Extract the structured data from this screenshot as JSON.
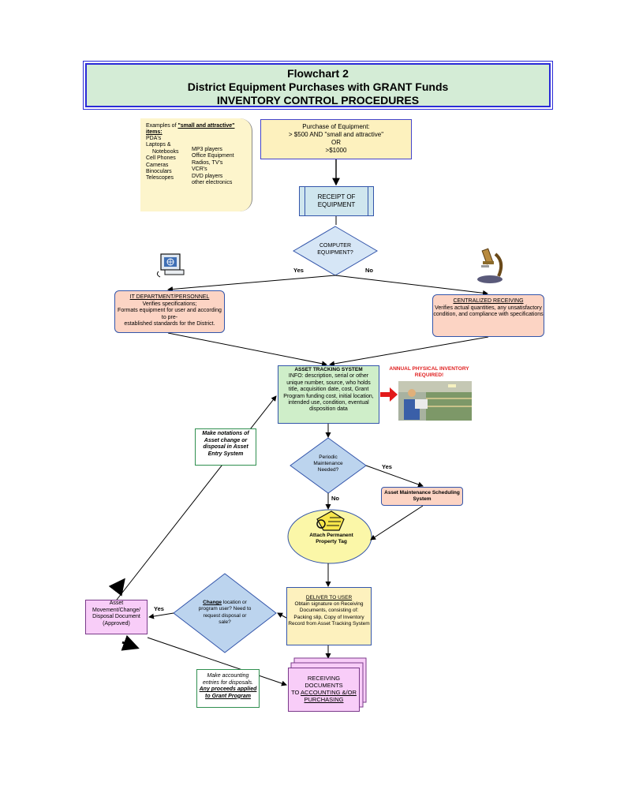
{
  "title": {
    "line1": "Flowchart 2",
    "line2": "District Equipment Purchases with GRANT Funds",
    "line3": "INVENTORY CONTROL PROCEDURES"
  },
  "examples": {
    "header_prefix": "Examples of ",
    "header_bold": "\"small and attractive\" items:",
    "col1": [
      "PDA's",
      "Laptops &",
      "Notebooks",
      "Cell Phones",
      "Cameras",
      "Binoculars",
      "Telescopes"
    ],
    "col2": [
      "MP3 players",
      "Office Equipment",
      "Radios, TV's",
      "VCR's",
      "DVD players",
      "other electronics"
    ]
  },
  "purchase": {
    "line1": "Purchase of Equipment:",
    "line2": "> $500 AND \"small and attractive\"",
    "line3": "OR",
    "line4": ">$1000"
  },
  "receipt": {
    "line1": "RECEIPT OF",
    "line2": "EQUIPMENT"
  },
  "computer_decision": {
    "line1": "COMPUTER",
    "line2": "EQUIPMENT?"
  },
  "yes_label": "Yes",
  "no_label": "No",
  "it_box": {
    "heading": "IT DEPARTMENT/PERSONNEL",
    "line1": "Verifies specifications;",
    "line2": "Formats equipment for user and according to pre-",
    "line3": "established standards for the District."
  },
  "cr_box": {
    "heading": "CENTRALIZED RECEIVING",
    "line1": "Verifies actual quantities, any unsatisfactory",
    "line2": "condition, and compliance with specifications"
  },
  "asset_tracking": {
    "heading": "ASSET TRACKING SYSTEM",
    "body": "INFO: description, serial or other unique number, source, who holds title, acquisition date, cost, Grant Program funding cost, initial location, intended use, condition, eventual disposition data"
  },
  "annual": {
    "line1": "ANNUAL PHYSICAL INVENTORY",
    "line2": "REQUIRED!"
  },
  "notations": {
    "line1": "Make notations of",
    "line2": "Asset change or",
    "line3": "disposal in Asset",
    "line4": "Entry System"
  },
  "maintenance_decision": {
    "line1": "Periodic",
    "line2": "Maintenance",
    "line3": "Needed?"
  },
  "amss": {
    "line1": "Asset Maintenance Scheduling",
    "line2": "System"
  },
  "tag": {
    "line1": "Attach Permanent",
    "line2": "Property Tag"
  },
  "deliver": {
    "heading": "DELIVER TO USER",
    "line1": "Obtain signature on Receiving",
    "line2": "Documents, consisting of:",
    "line3": "Packing slip, Copy of Inventory",
    "line4": "Record from Asset Tracking System"
  },
  "change_decision": {
    "line1_bold": "Change",
    "line1_rest": " location or",
    "line2": "program user? Need to",
    "line3": "request disposal or",
    "line4": "sale?"
  },
  "movement": {
    "line1": "Asset",
    "line2": "Movement/Change/",
    "line3": "Disposal Document",
    "line4": "(Approved)"
  },
  "accounting": {
    "line1": "Make accounting",
    "line2": "entries for disposals.",
    "line3": "Any proceeds applied",
    "line4": "to Grant Program"
  },
  "receiving_docs": {
    "line1": "RECEIVING",
    "line2": "DOCUMENTS",
    "line3_prefix": "TO ",
    "line3_u": "ACCOUNTING &/OR",
    "line4": "PURCHASING"
  }
}
